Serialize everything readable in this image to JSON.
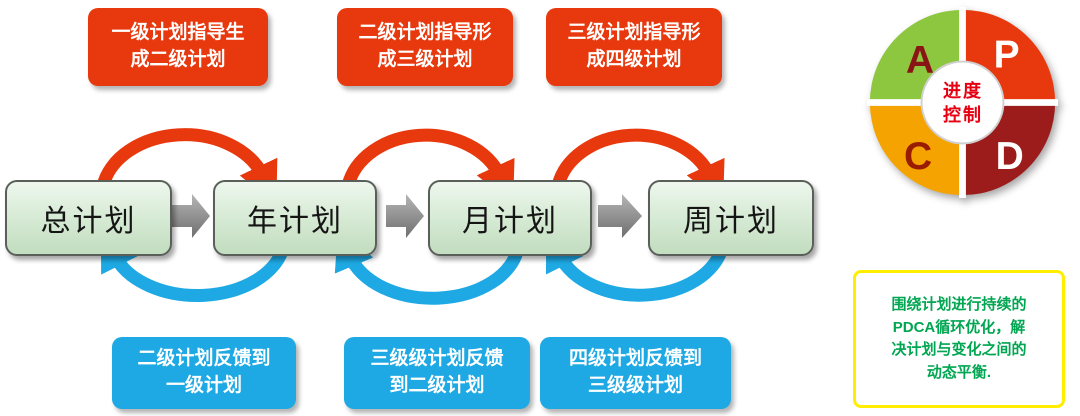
{
  "guide_boxes": [
    {
      "label": "一级计划指导生\n成二级计划"
    },
    {
      "label": "二级计划指导形\n成三级计划"
    },
    {
      "label": "三级计划指导形\n成四级计划"
    }
  ],
  "plan_nodes": [
    {
      "label": "总计划"
    },
    {
      "label": "年计划"
    },
    {
      "label": "月计划"
    },
    {
      "label": "周计划"
    }
  ],
  "feedback_boxes": [
    {
      "label": "二级计划反馈到\n一级计划"
    },
    {
      "label": "三级级计划反馈\n到二级计划"
    },
    {
      "label": "四级计划反馈到\n三级级计划"
    }
  ],
  "pdca": {
    "a": "A",
    "p": "P",
    "c": "C",
    "d": "D",
    "center": "进度\n控制"
  },
  "note": {
    "text": "围绕计划进行持续的\nPDCA循环优化，解\n决计划与变化之间的\n动态平衡."
  },
  "colors": {
    "guide_red": "#e8380d",
    "feedback_blue": "#1ea9e4",
    "node_green": "#d4e9d2",
    "gray_arrow": "#8c8c8c",
    "pdca_a_green": "#8dc63f",
    "pdca_p_red": "#e8380d",
    "pdca_c_orange": "#f5a300",
    "pdca_d_maroon": "#9c1b1b",
    "note_border_yellow": "#ffee00",
    "note_text_green": "#00a651",
    "center_text_red": "#e60012"
  }
}
